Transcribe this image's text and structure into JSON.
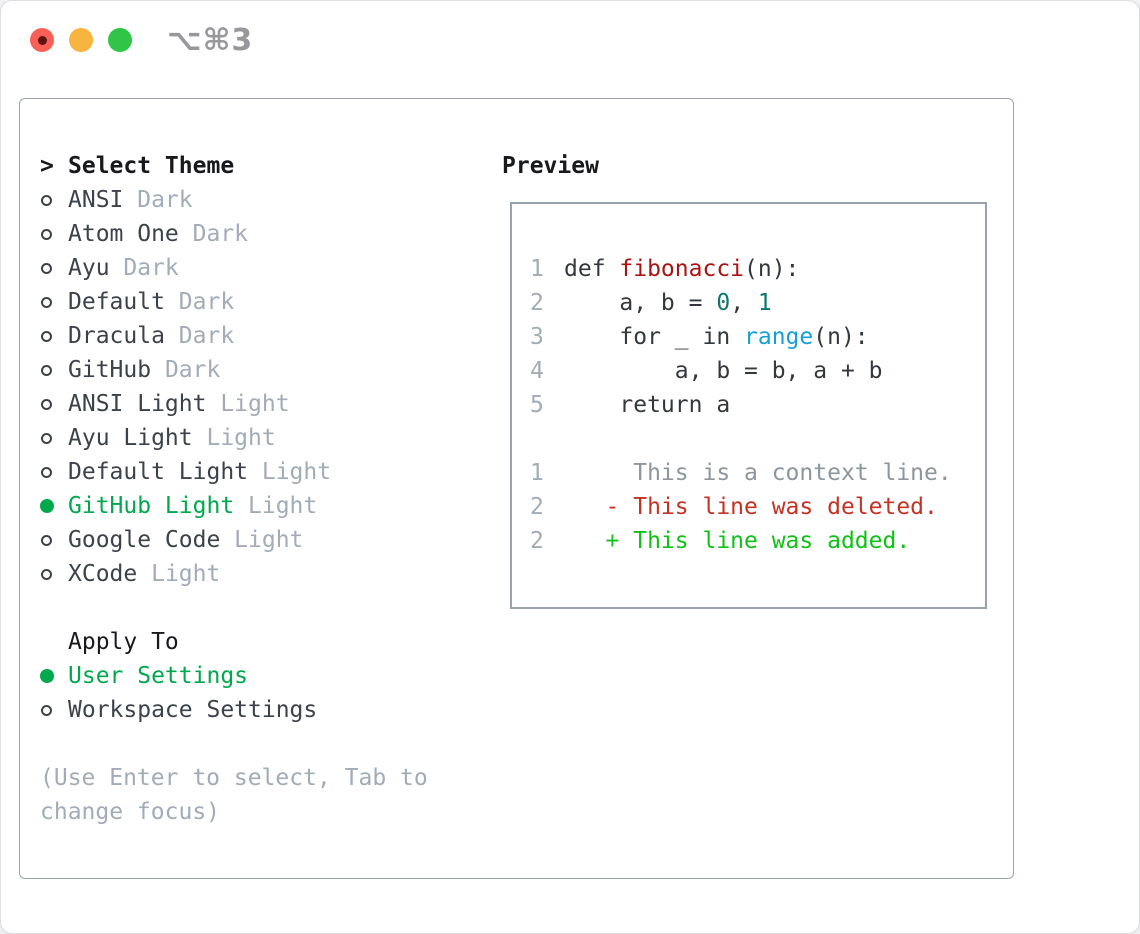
{
  "window": {
    "title": "⌥⌘3"
  },
  "theme_selector": {
    "prompt_marker": ">",
    "title": "Select Theme",
    "items": [
      {
        "name": "ANSI",
        "variant": "Dark",
        "selected": false
      },
      {
        "name": "Atom One",
        "variant": "Dark",
        "selected": false
      },
      {
        "name": "Ayu",
        "variant": "Dark",
        "selected": false
      },
      {
        "name": "Default",
        "variant": "Dark",
        "selected": false
      },
      {
        "name": "Dracula",
        "variant": "Dark",
        "selected": false
      },
      {
        "name": "GitHub",
        "variant": "Dark",
        "selected": false
      },
      {
        "name": "ANSI Light",
        "variant": "Light",
        "selected": false
      },
      {
        "name": "Ayu Light",
        "variant": "Light",
        "selected": false
      },
      {
        "name": "Default Light",
        "variant": "Light",
        "selected": false
      },
      {
        "name": "GitHub Light",
        "variant": "Light",
        "selected": true
      },
      {
        "name": "Google Code",
        "variant": "Light",
        "selected": false
      },
      {
        "name": "XCode",
        "variant": "Light",
        "selected": false
      }
    ]
  },
  "apply_to": {
    "title": "Apply To",
    "options": [
      {
        "label": "User Settings",
        "selected": true
      },
      {
        "label": "Workspace Settings",
        "selected": false
      }
    ]
  },
  "footer": {
    "hint_line1": "(Use Enter to select, Tab to",
    "hint_line2": "change focus)"
  },
  "preview": {
    "title": "Preview",
    "code_lines": [
      {
        "num": "1",
        "segments": [
          {
            "t": "def ",
            "c": "code"
          },
          {
            "t": "fibonacci",
            "c": "func"
          },
          {
            "t": "(n):",
            "c": "code"
          }
        ]
      },
      {
        "num": "2",
        "segments": [
          {
            "t": "    a, b = ",
            "c": "code"
          },
          {
            "t": "0",
            "c": "num"
          },
          {
            "t": ", ",
            "c": "code"
          },
          {
            "t": "1",
            "c": "num"
          }
        ]
      },
      {
        "num": "3",
        "segments": [
          {
            "t": "    for _ in ",
            "c": "code"
          },
          {
            "t": "range",
            "c": "builtin"
          },
          {
            "t": "(n):",
            "c": "code"
          }
        ]
      },
      {
        "num": "4",
        "segments": [
          {
            "t": "        a, b = b, a + b",
            "c": "code"
          }
        ]
      },
      {
        "num": "5",
        "segments": [
          {
            "t": "    return a",
            "c": "code"
          }
        ]
      },
      {
        "num": "",
        "segments": []
      },
      {
        "num": "1",
        "segments": [
          {
            "t": "     This is a context line.",
            "c": "context"
          }
        ]
      },
      {
        "num": "2",
        "segments": [
          {
            "t": "   - This line was deleted.",
            "c": "deleted"
          }
        ]
      },
      {
        "num": "2",
        "segments": [
          {
            "t": "   + This line was added.",
            "c": "added"
          }
        ]
      }
    ]
  },
  "colors": {
    "selection_green": "#00a94c",
    "added_green": "#10c117",
    "deleted_red": "#c43223",
    "context_gray": "#8d959d",
    "func_red": "#a81414",
    "number_teal": "#0e766e",
    "builtin_blue": "#159fd6",
    "code_text": "#33383f",
    "muted_gray": "#a2abb8",
    "text_dark": "#17191d",
    "item_text": "#3c424b",
    "panel_border": "#99a3ae",
    "close_red": "#f85f57",
    "minimize_yellow": "#f7b43e",
    "zoom_green": "#30c546",
    "titlebar_gray": "#97979c"
  }
}
